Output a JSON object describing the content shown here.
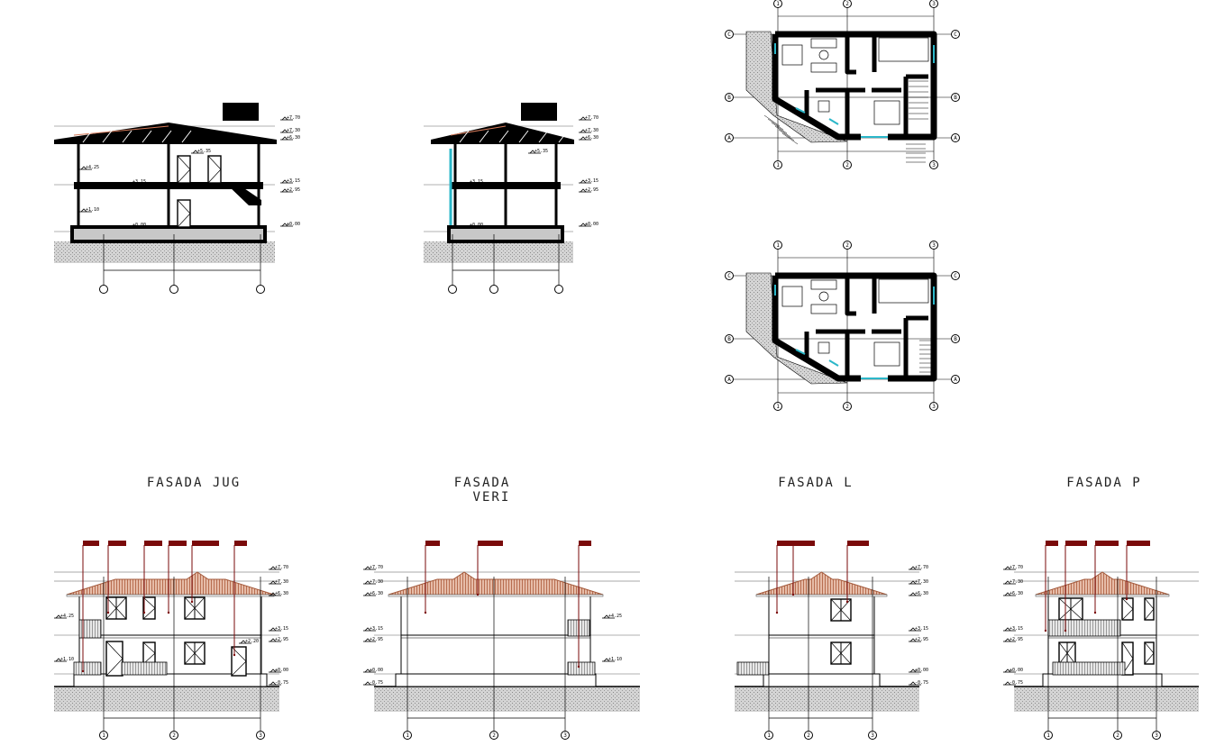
{
  "titles": {
    "south": "FASADA JUG",
    "north": "FASADA\n  VERI",
    "east": "FASADA L",
    "west": "FASADA P"
  },
  "axes": {
    "numbers": [
      "1",
      "2",
      "3"
    ],
    "letters": [
      "A",
      "B",
      "C"
    ]
  },
  "levels": {
    "ridge": "+7.70",
    "eaves_top": "+7.30",
    "eaves": "+6.30",
    "floor1": "+3.15",
    "ceiling0": "+2.95",
    "ground_floor": "±0.00",
    "terrain": "-0.75",
    "terrace_upper": "+4.25",
    "terrace_lower": "+1.10",
    "window_top": "+5.35",
    "door_top": "+2.20"
  },
  "colors": {
    "walls": "#000000",
    "roof_tiles": "#c98b72",
    "leaders": "#7a0a0a",
    "glass": "#2bb7c9",
    "ground": "#bdbdbd"
  }
}
